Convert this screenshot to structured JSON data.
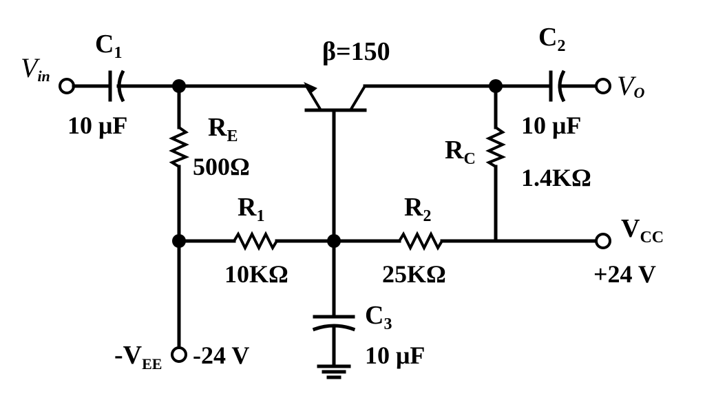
{
  "source": {
    "vin_v": "V",
    "vin_sub": "in"
  },
  "output": {
    "vo_v": "V",
    "vo_sub": "O"
  },
  "transistor": {
    "beta_label": "β=150"
  },
  "c1": {
    "name": "C",
    "sub": "1",
    "value": "10 μF"
  },
  "c2": {
    "name": "C",
    "sub": "2",
    "value": "10 μF"
  },
  "c3": {
    "name": "C",
    "sub": "3",
    "value": "10 μF"
  },
  "re": {
    "name": "R",
    "sub": "E",
    "value": "500Ω"
  },
  "rc": {
    "name": "R",
    "sub": "C",
    "value": "1.4KΩ"
  },
  "r1": {
    "name": "R",
    "sub": "1",
    "value": "10KΩ"
  },
  "r2": {
    "name": "R",
    "sub": "2",
    "value": "25KΩ"
  },
  "vcc": {
    "name": "V",
    "sub": "CC",
    "value": "+24 V"
  },
  "vee": {
    "name": "-V",
    "sub": "EE",
    "value": "-24 V"
  }
}
